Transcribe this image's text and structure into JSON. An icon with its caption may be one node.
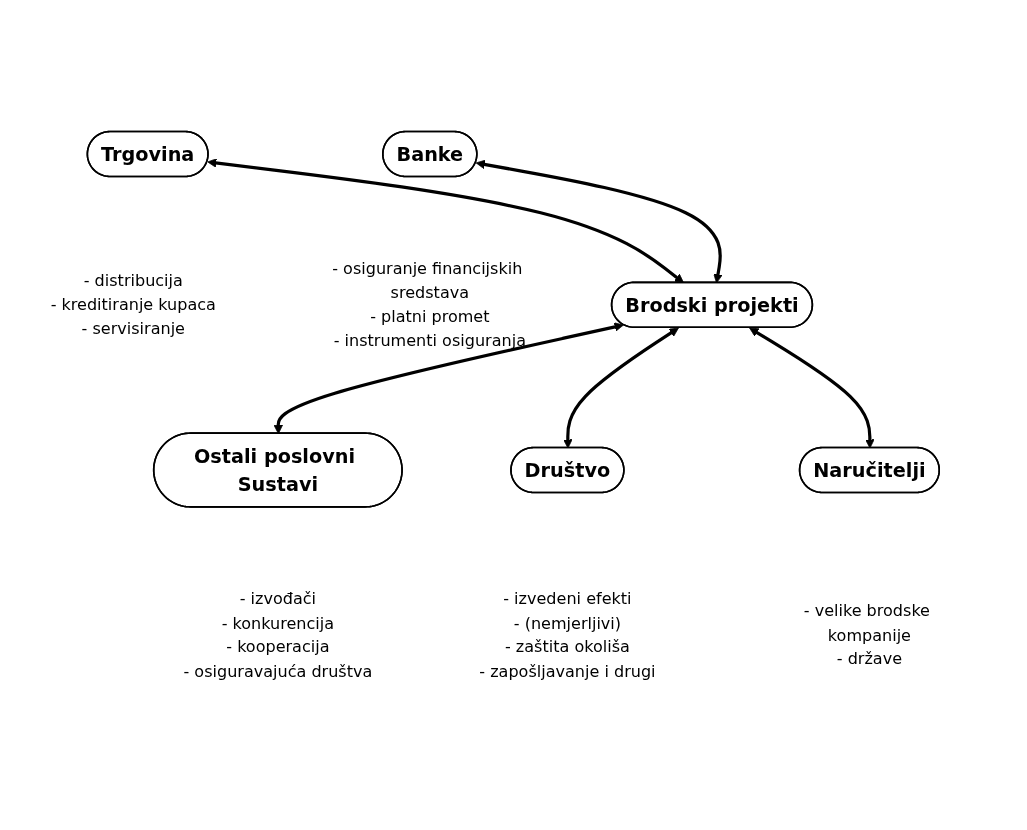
{
  "diagram": {
    "nodes": [
      {
        "text": [
          "Trgovina"
        ],
        "beside": [
          "- distribucija",
          "- kreditiranje kupaca",
          "- servisiranje"
        ]
      },
      {
        "text": [
          "Banke"
        ],
        "beside": [
          "- osiguranje financijskih sredstava",
          "- platni promet",
          "- instrumenti osiguranja"
        ]
      },
      {
        "text": [
          "Brodski projekti"
        ]
      },
      {
        "text": [
          "Ostali poslovni Sustavi"
        ],
        "beside": [
          "- izvođači",
          "- konkurencija",
          "- kooperacija",
          "- osiguravajuća društva"
        ]
      },
      {
        "text": [
          "Društvo"
        ],
        "beside": [
          "- izvedeni efekti",
          "- (nemjerljivi)",
          "- zaštita okoliša",
          "- zapošljavanje i drugi"
        ]
      },
      {
        "text": [
          "Naručitelji"
        ],
        "beside": [
          "- velike brodske kompanije",
          "- države"
        ]
      }
    ],
    "edges": [
      {
        "from": 0,
        "to": 2,
        "arrow": "both"
      },
      {
        "from": 1,
        "to": 2,
        "arrow": "both"
      },
      {
        "from": 2,
        "to": 3,
        "arrow": "both"
      },
      {
        "from": 2,
        "to": 4,
        "arrow": "both"
      },
      {
        "from": 2,
        "to": 5,
        "arrow": "both"
      }
    ]
  }
}
